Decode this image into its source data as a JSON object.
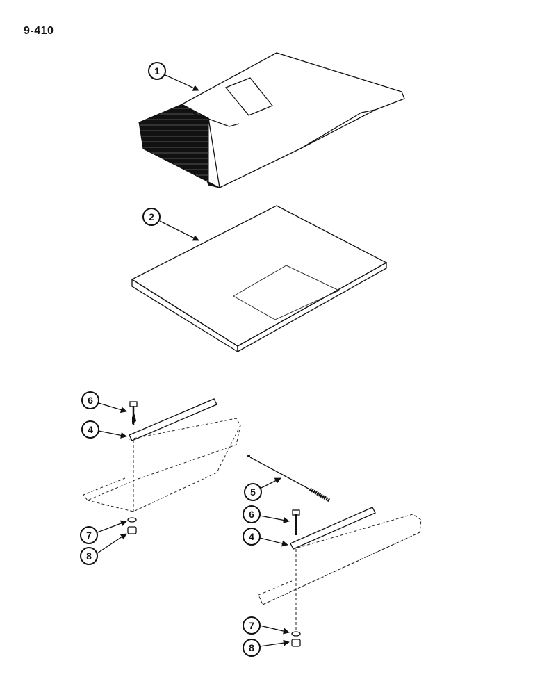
{
  "page": {
    "number": "9-410"
  },
  "callouts": [
    "1",
    "2",
    "6",
    "4",
    "5",
    "7",
    "8",
    "6",
    "4",
    "7",
    "8"
  ],
  "colors": {
    "ink": "#111111",
    "paper": "#ffffff",
    "mat": "#8a8a8a"
  }
}
